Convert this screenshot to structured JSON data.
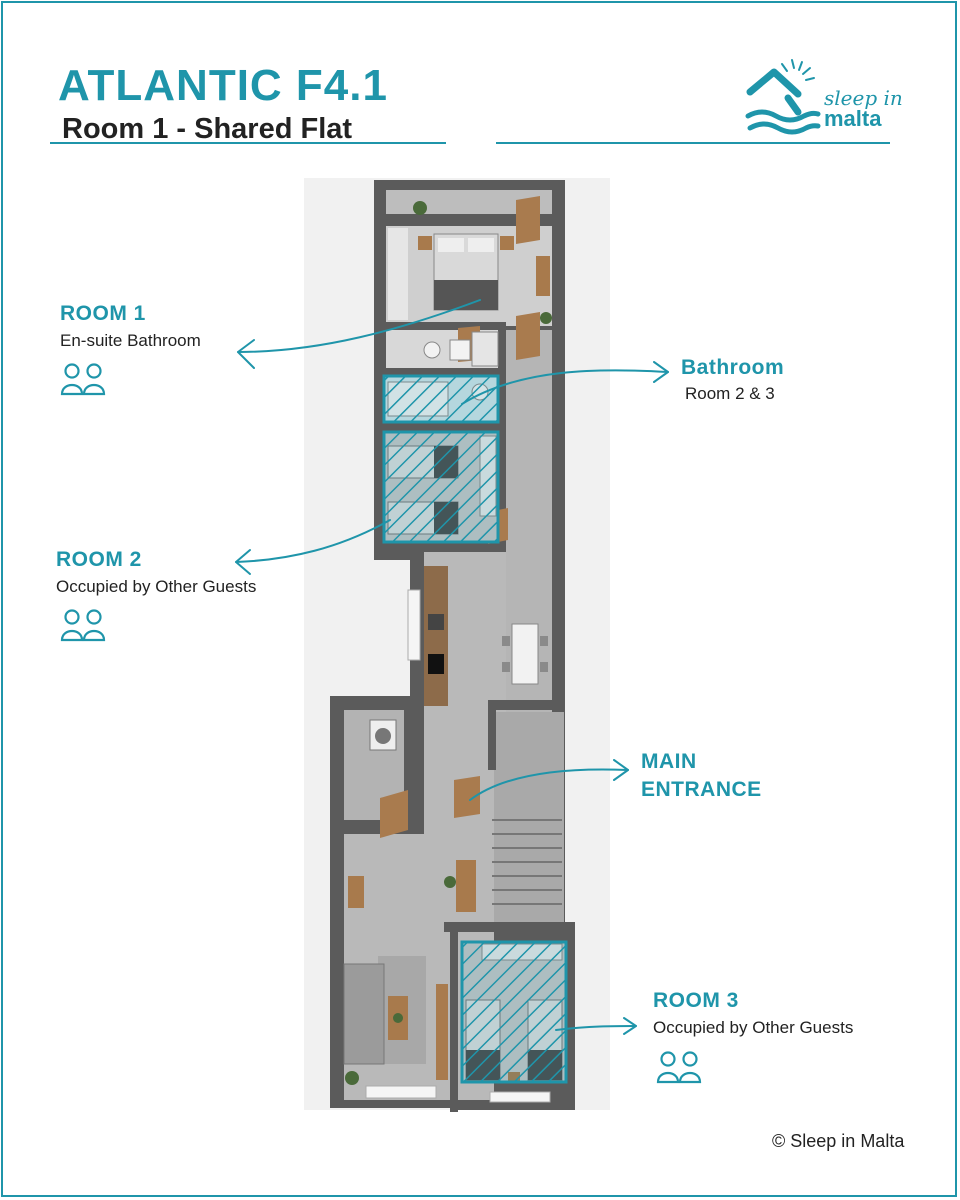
{
  "header": {
    "title": "ATLANTIC F4.1",
    "subtitle": "Room 1 - Shared Flat"
  },
  "logo": {
    "line1": "sleep in",
    "line2": "malta",
    "icon": "house-sun-waves-logo"
  },
  "labels": {
    "room1": {
      "heading": "ROOM 1",
      "detail": "En-suite Bathroom",
      "icon": "two-guests-icon"
    },
    "bathroom": {
      "heading": "Bathroom",
      "detail": "Room 2 & 3"
    },
    "room2": {
      "heading": "ROOM 2",
      "detail": "Occupied by Other Guests",
      "icon": "two-guests-icon"
    },
    "entrance": {
      "heading_line1": "MAIN",
      "heading_line2": "ENTRANCE"
    },
    "room3": {
      "heading": "ROOM 3",
      "detail": "Occupied by Other Guests",
      "icon": "two-guests-icon"
    }
  },
  "footer": {
    "copyright": "© Sleep in Malta"
  },
  "colors": {
    "accent": "#1f95aa",
    "text": "#222222",
    "wall": "#5b5b5b",
    "floor": "#b9b9b9"
  }
}
